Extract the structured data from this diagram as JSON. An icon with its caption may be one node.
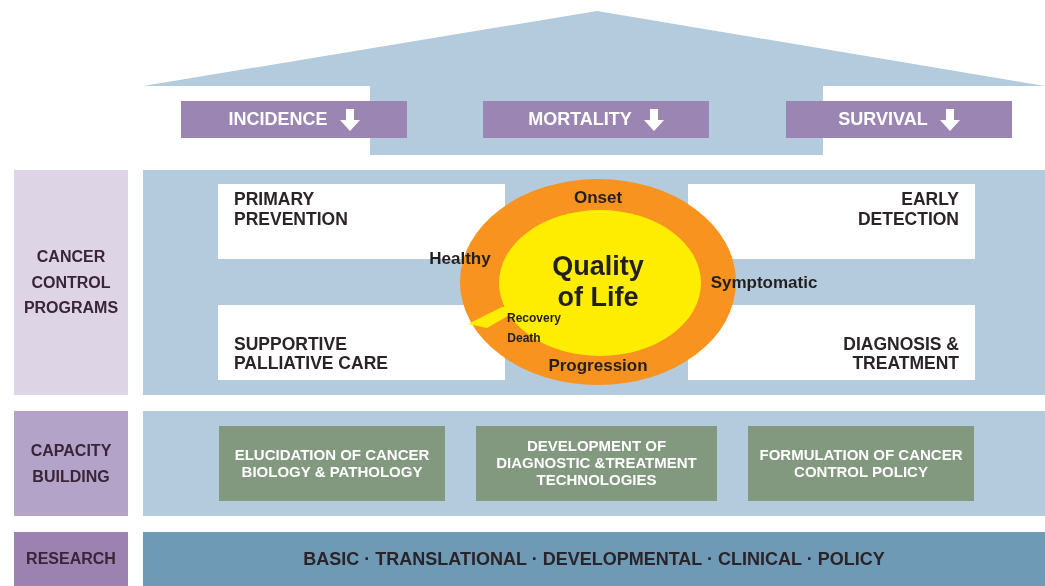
{
  "diagram": {
    "nodes": [
      {
        "text": [
          "INCIDENCE"
        ]
      },
      {
        "text": [
          "MORTALITY"
        ]
      },
      {
        "text": [
          "SURVIVAL"
        ]
      },
      {
        "text": [
          "CANCER CONTROL PROGRAMS"
        ]
      },
      {
        "text": [],
        "shape": "box"
      },
      {
        "text": [
          "PRIMARY PREVENTION"
        ],
        "in": 4
      },
      {
        "text": [
          "EARLY DETECTION"
        ],
        "in": 4
      },
      {
        "text": [
          "SUPPORTIVE PALLIATIVE CARE"
        ],
        "in": 4
      },
      {
        "text": [
          "DIAGNOSIS & TREATMENT"
        ],
        "in": 4
      },
      {
        "text": [
          "Onset",
          "Healthy",
          "Symptomatic",
          "Progression",
          "Recovery",
          "Death"
        ],
        "in": 4
      },
      {
        "text": [
          "Quality of Life"
        ],
        "in": 9
      },
      {
        "text": [
          "CAPACITY BUILDING"
        ]
      },
      {
        "text": [],
        "shape": "box"
      },
      {
        "text": [
          "ELUCIDATION OF CANCER BIOLOGY & PATHOLOGY"
        ],
        "in": 12
      },
      {
        "text": [
          "DEVELOPMENT OF DIAGNOSTIC &TREATMENT TECHNOLOGIES"
        ],
        "in": 12
      },
      {
        "text": [
          "FORMULATION OF CANCER CONTROL POLICY"
        ],
        "in": 12
      },
      {
        "text": [
          "RESEARCH"
        ]
      },
      {
        "text": [
          "BASIC · TRANSLATIONAL · DEVELOPMENTAL · CLINICAL · POLICY"
        ]
      }
    ]
  }
}
